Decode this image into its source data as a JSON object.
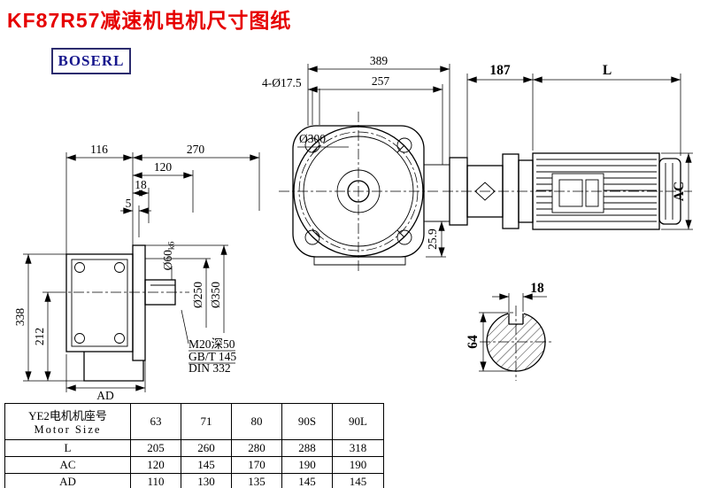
{
  "title": "KF87R57减速机电机尺寸图纸",
  "logo": "BOSERL",
  "front_view": {
    "dim_total_width": "389",
    "dim_housing_width": "257",
    "dim_bolt_holes": "4-Ø17.5",
    "dim_flange": "Ø300",
    "dim_offset": "25.9"
  },
  "motor_view": {
    "dim_adapter": "187",
    "dim_motor_length": "L",
    "dim_motor_height": "AC"
  },
  "side_view": {
    "dim_body_depth": "116",
    "dim_270": "270",
    "dim_120": "120",
    "dim_18": "18",
    "dim_5": "5",
    "dim_height": "338",
    "dim_center_height": "212",
    "dim_AD": "AD",
    "shaft_dia_main": "Ø60",
    "shaft_dia_tol": "k6",
    "spigot_dia": "Ø250",
    "flange_dia": "Ø350",
    "thread_note": "M20深50",
    "std_note_1": "GB/T 145",
    "std_note_2": "DIN 332"
  },
  "shaft_section": {
    "key_width": "18",
    "shaft_dia": "64"
  },
  "table": {
    "header_cn": "YE2电机机座号",
    "header_en": "Motor Size",
    "sizes": [
      "63",
      "71",
      "80",
      "90S",
      "90L"
    ],
    "rows": [
      {
        "label": "L",
        "values": [
          "205",
          "260",
          "280",
          "288",
          "318"
        ]
      },
      {
        "label": "AC",
        "values": [
          "120",
          "145",
          "170",
          "190",
          "190"
        ]
      },
      {
        "label": "AD",
        "values": [
          "110",
          "130",
          "135",
          "145",
          "145"
        ]
      }
    ]
  }
}
